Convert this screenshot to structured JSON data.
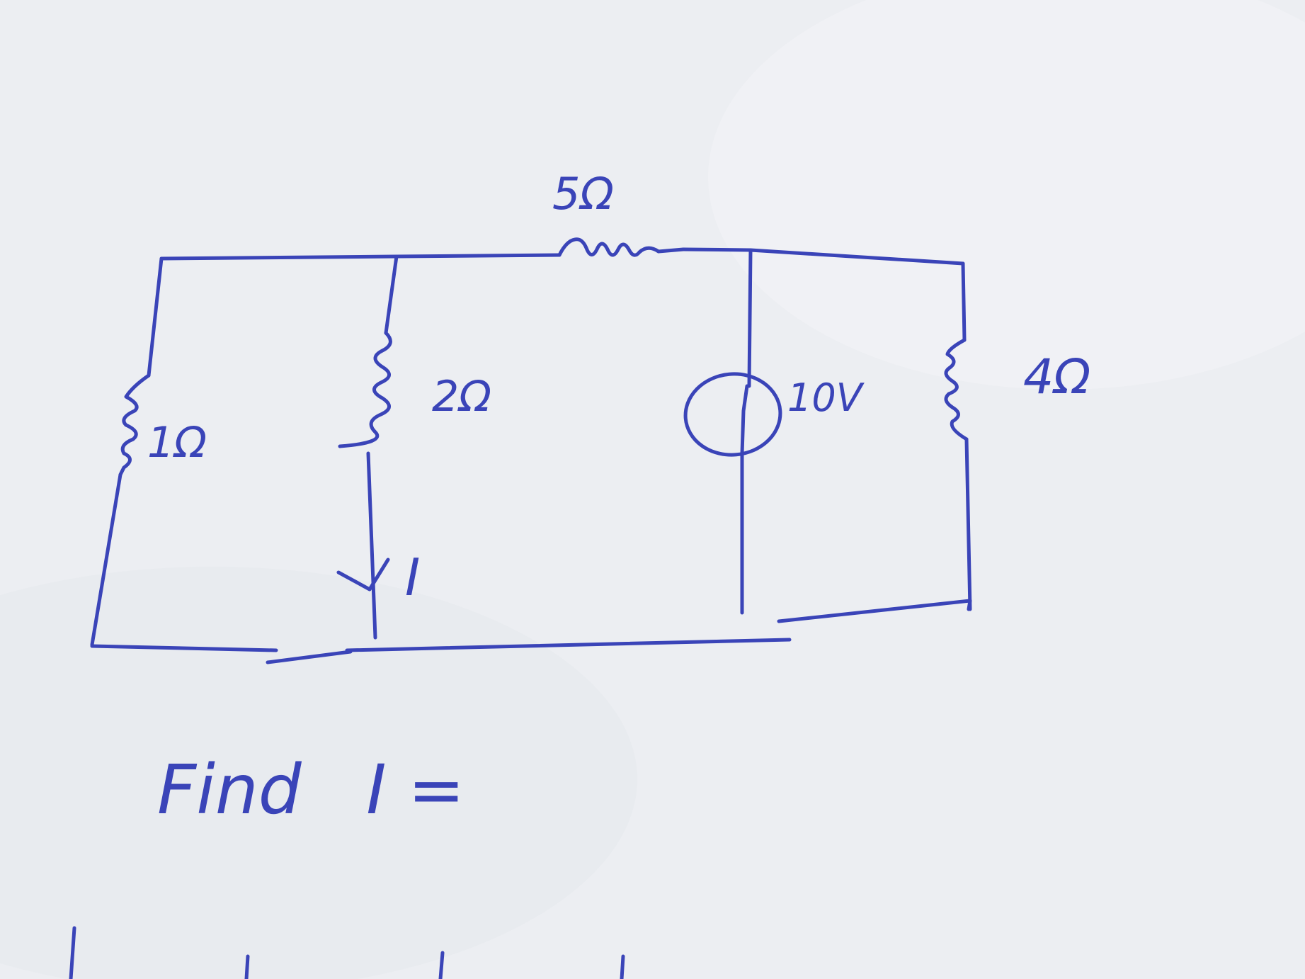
{
  "diagram": {
    "components": {
      "r_top": {
        "label": "5Ω"
      },
      "r_left": {
        "label": "1Ω"
      },
      "r_middle": {
        "label": "2Ω"
      },
      "r_right": {
        "label": "4Ω"
      },
      "source": {
        "label": "10V"
      },
      "current": {
        "label": "I"
      }
    },
    "question": "Find   I ="
  },
  "colors": {
    "ink": "#3a44b8",
    "paper": "#eceef2"
  }
}
